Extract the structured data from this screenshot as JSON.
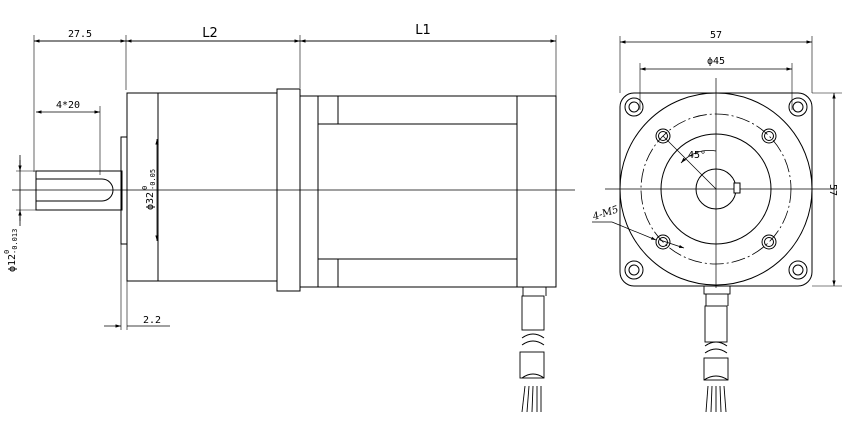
{
  "side_view": {
    "dim_shaft_length": "27.5",
    "dim_gearbox_length": "L2",
    "dim_motor_length": "L1",
    "dim_key_length": "4*20",
    "dim_shaft_diameter": "ϕ12",
    "dim_shaft_diameter_tol_upper": "0",
    "dim_shaft_diameter_tol_lower": "-0.013",
    "dim_pilot_diameter": "ϕ32",
    "dim_pilot_tol_upper": "0",
    "dim_pilot_tol_lower": "-0.05",
    "dim_pilot_step": "2.2"
  },
  "front_view": {
    "dim_frame_width": "57",
    "dim_frame_height": "57",
    "dim_bolt_circle": "ϕ45",
    "dim_angle": "45°",
    "dim_threaded_holes": "4-M5"
  }
}
